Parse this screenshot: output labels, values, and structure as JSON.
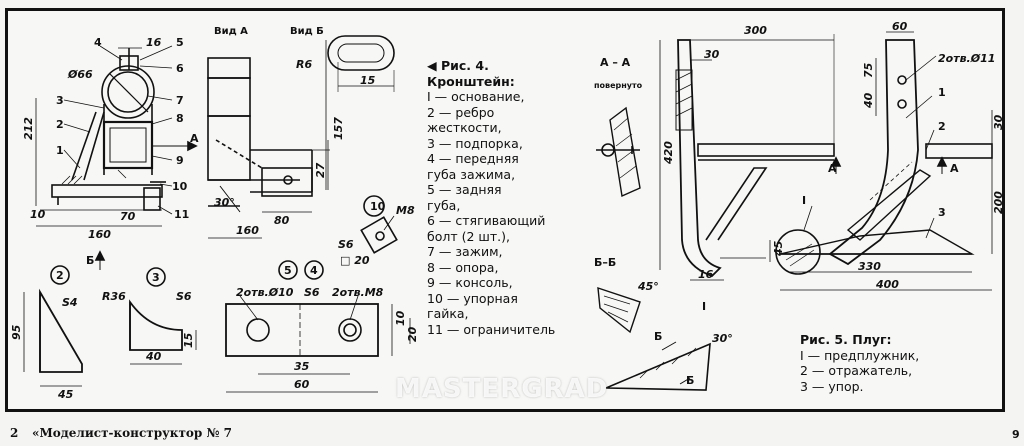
{
  "fig4": {
    "caption_title": "Рис. 4.",
    "caption_sub": "Кронштейн:",
    "caption_lines": [
      "I — основание,",
      "2 — ребро",
      "жесткости,",
      "3 — подпорка,",
      "4 — передняя",
      "губа зажима,",
      "5 — задняя",
      "губа,",
      "6 — стягивающий",
      "болт (2 шт.),",
      "7 — зажим,",
      "8 — опора,",
      "9 — консоль,",
      "10 — упорная",
      "гайка,",
      "11 — ограничитель"
    ],
    "view_a": "Вид А",
    "view_b": "Вид Б",
    "parts": [
      "1",
      "2",
      "3",
      "4",
      "5",
      "6",
      "7",
      "8",
      "9",
      "10",
      "11"
    ],
    "dims": {
      "d16": "16",
      "d66": "Ø66",
      "d212": "212",
      "d10": "10",
      "d70": "70",
      "d160a": "160",
      "d160b": "160",
      "d30deg": "30°",
      "d80": "80",
      "d27": "27",
      "d157": "157",
      "r6": "R6",
      "d15": "15",
      "arrowA": "А",
      "arrowB": "Б"
    },
    "detail10": {
      "num": "10",
      "m8": "М8",
      "s6": "S6",
      "sq": "□ 20"
    },
    "detail2": {
      "num": "2",
      "s4": "S4",
      "d95": "95",
      "d45": "45"
    },
    "detail3": {
      "num": "3",
      "r36": "R36",
      "s6": "S6",
      "d40": "40",
      "d15": "15"
    },
    "detail54": {
      "num1": "5",
      "num2": "4",
      "holes1": "2отв.Ø10",
      "s6": "S6",
      "holes2": "2отв.М8",
      "d10": "10",
      "d20": "20",
      "d35": "35",
      "d60": "60"
    }
  },
  "fig5": {
    "caption_title": "Рис. 5. Плуг:",
    "caption_lines": [
      "I — предплужник,",
      "2 — отражатель,",
      "3 — упор."
    ],
    "section_aa": "А – А",
    "section_aa_sub": "повернуто",
    "section_bb": "Б–Б",
    "detail_i": "I",
    "parts": [
      "1",
      "2",
      "3",
      "I"
    ],
    "dims": {
      "d300": "300",
      "d30": "30",
      "d420": "420",
      "d16": "16",
      "d45": "45",
      "d45deg": "45°",
      "d30deg": "30°",
      "d60": "60",
      "holes": "2отв.Ø11",
      "d75": "75",
      "d40": "40",
      "d30b": "30",
      "d200": "200",
      "d330": "330",
      "d400": "400",
      "arrowA": "А",
      "arrowB": "Б"
    }
  },
  "footer": {
    "page_left": "2",
    "publication": "«Моделист-конструктор № 7",
    "page_right": "9"
  },
  "watermark": "MASTERGRAD"
}
